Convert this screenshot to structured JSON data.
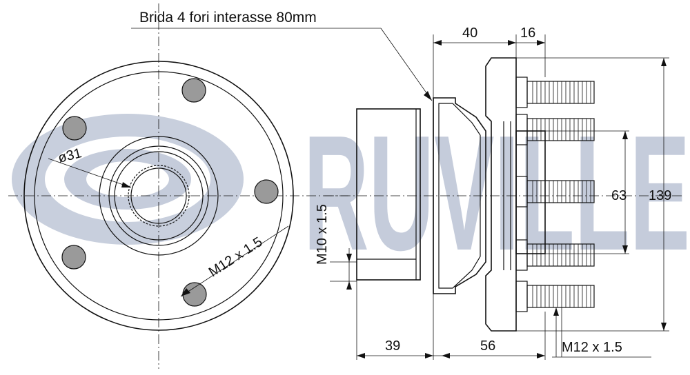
{
  "title": "Brida  4 fori interasse 80mm",
  "watermark": "RUVILLE",
  "labels": {
    "hole_diameter": "ø31",
    "front_thread": "M12 x 1.5",
    "side_thread": "M10 x 1.5",
    "bottom_thread": "M12 x 1.5"
  },
  "dimensions": {
    "top_left": "40",
    "top_right": "16",
    "bottom_left": "39",
    "bottom_right": "56",
    "inner_height": "63",
    "outer_height": "139"
  },
  "colors": {
    "line": "#111111",
    "bolt_fill": "#9a9a9a",
    "watermark": "#c5ccdb"
  }
}
